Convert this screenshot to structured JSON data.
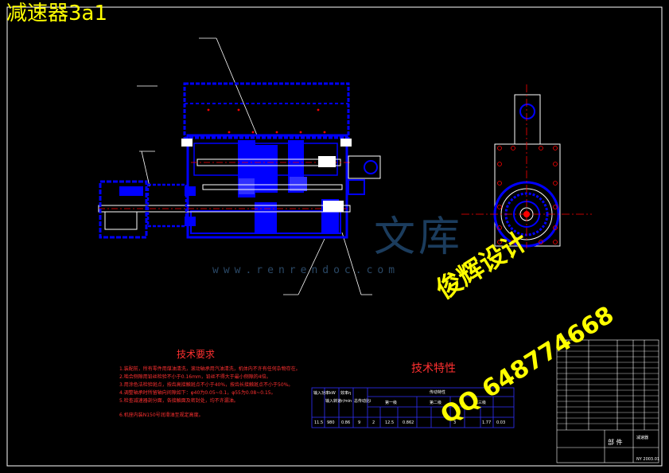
{
  "title": "减速器3a1",
  "watermark": {
    "chinese": "文库",
    "url": "www.renrendoc.com"
  },
  "tech_requirements": {
    "heading": "技术要求",
    "items": [
      "1.装配前，所有零件用煤油清洗，滚动轴承用汽油清洗，机体内不许有任何杂物存在。",
      "2.啮合侧隙用铅丝检验不小于0.16mm，铅丝不得大于最小侧隙的4倍。",
      "3.用涂色法检验斑点，按齿高接触斑点不小于40%，按齿长接触斑点不小于50%。",
      "4.调整轴承时所留轴向间隙如下：φ40为0.05~0.1，φ55为0.08~0.15。",
      "5.检查减速器剖分面，各接触面及密封处，均不许漏油。",
      "6.机座内装N150号润滑油至规定高度。"
    ]
  },
  "performance": {
    "heading": "技术特性",
    "headers": [
      "输入功率kW",
      "输入转速r/min",
      "效率η",
      "总传动比i",
      "传动特性",
      "第一级",
      "第二级",
      "第三级"
    ],
    "row": [
      "11.5",
      "980",
      "0.86",
      "9",
      "2",
      "12.5",
      "0.862",
      "3",
      "1.77",
      "0.03"
    ]
  },
  "designer_watermark": "俊辉设计",
  "qq_watermark": "QQ 648774668",
  "title_block": {
    "part_label": "部 件",
    "drawing_no": "NY 2003.01",
    "name": "减速器"
  },
  "colors": {
    "frame": "#ffffff",
    "part": "#0000ff",
    "centerline": "#ff0000",
    "annotation": "#ff3030",
    "highlight": "#ffff00"
  }
}
